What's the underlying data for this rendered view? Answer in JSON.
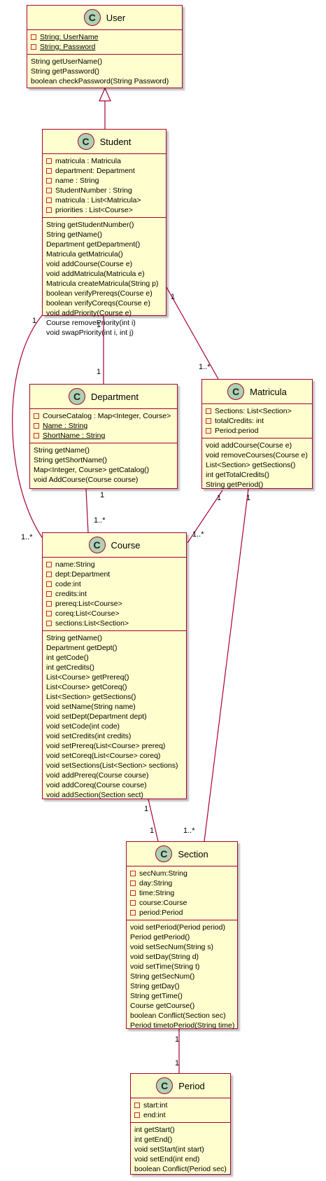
{
  "classes": {
    "user": {
      "name": "User",
      "badge": "C",
      "attributes": [
        {
          "text": "String: UserName",
          "static": true
        },
        {
          "text": "String: Password",
          "static": true
        }
      ],
      "methods": [
        "String getUserName()",
        "String getPassword()",
        "boolean checkPassword(String Password)"
      ]
    },
    "student": {
      "name": "Student",
      "badge": "C",
      "attributes": [
        {
          "text": "matricula : Matricula",
          "static": false
        },
        {
          "text": "department: Department",
          "static": false
        },
        {
          "text": "name : String",
          "static": false
        },
        {
          "text": "StudentNumber : String",
          "static": false
        },
        {
          "text": "matricula : List<Matricula>",
          "static": false
        },
        {
          "text": "priorities : List<Course>",
          "static": false
        }
      ],
      "methods": [
        "String getStudentNumber()",
        "String getName()",
        "Department getDepartment()",
        "Matricula getMatricula()",
        "void addCourse(Course e)",
        "void addMatricula(Matricula e)",
        "Matricula createMatricula(String p)",
        "boolean verifyPrereqs(Course e)",
        "boolean verifyCoreqs(Course e)",
        "void addPriority(Course e)",
        "Course removePriority(int i)",
        "void swapPriority(int i, int j)"
      ]
    },
    "department": {
      "name": "Department",
      "badge": "C",
      "attributes": [
        {
          "text": "CourseCatalog : Map<Integer, Course>",
          "static": false
        },
        {
          "text": "Name : String",
          "static": true
        },
        {
          "text": "ShortName : String",
          "static": true
        }
      ],
      "methods": [
        "String getName()",
        "String getShortName()",
        "Map<Integer, Course> getCatalog()",
        "void AddCourse(Course course)"
      ]
    },
    "matricula": {
      "name": "Matricula",
      "badge": "C",
      "attributes": [
        {
          "text": "Sections: List<Section>",
          "static": false
        },
        {
          "text": "totalCredits: int",
          "static": false
        },
        {
          "text": "Period:period",
          "static": false
        }
      ],
      "methods": [
        "void addCourse(Course e)",
        "void removeCourses(Course e)",
        "List<Section> getSections()",
        "int getTotalCredits()",
        "String getPeriod()"
      ]
    },
    "course": {
      "name": "Course",
      "badge": "C",
      "attributes": [
        {
          "text": "name:String",
          "static": false
        },
        {
          "text": "dept:Department",
          "static": false
        },
        {
          "text": "code:int",
          "static": false
        },
        {
          "text": "credits:int",
          "static": false
        },
        {
          "text": "prereq:List<Course>",
          "static": false
        },
        {
          "text": "coreq:List<Course>",
          "static": false
        },
        {
          "text": "sections:List<Section>",
          "static": false
        }
      ],
      "methods": [
        "String getName()",
        "Department getDept()",
        "int getCode()",
        "int getCredits()",
        "List<Course> getPrereq()",
        "List<Course> getCoreq()",
        "List<Section> getSections()",
        "void setName(String name)",
        "void setDept(Department dept)",
        "void setCode(int code)",
        "void setCredits(int credits)",
        "void setPrereq(List<Course> prereq)",
        "void setCoreq(List<Course> coreq)",
        "void setSections(List<Section> sections)",
        "void addPrereq(Course course)",
        "void addCoreq(Course course)",
        "void addSection(Section sect)"
      ]
    },
    "section": {
      "name": "Section",
      "badge": "C",
      "attributes": [
        {
          "text": "secNum:String",
          "static": false
        },
        {
          "text": "day:String",
          "static": false
        },
        {
          "text": "time:String",
          "static": false
        },
        {
          "text": "course:Course",
          "static": false
        },
        {
          "text": "period:Period",
          "static": false
        }
      ],
      "methods": [
        "void setPeriod(Period period)",
        "Period getPeriod()",
        "void setSecNum(String s)",
        "void setDay(String d)",
        "void setTime(String t)",
        "String getSecNum()",
        "String getDay()",
        "String getTime()",
        "Course getCourse()",
        "boolean Conflict(Section sec)",
        "Period timetoPeriod(String time)"
      ]
    },
    "period": {
      "name": "Period",
      "badge": "C",
      "attributes": [
        {
          "text": "start:int",
          "static": false
        },
        {
          "text": "end:int",
          "static": false
        }
      ],
      "methods": [
        "int getStart()",
        "int getEnd()",
        "void setStart(int start)",
        "void setEnd(int end)",
        "boolean Conflict(Period sec)"
      ]
    }
  },
  "relations": [
    {
      "from": "Student",
      "to": "User",
      "kind": "inheritance"
    },
    {
      "from": "Student",
      "to": "Department",
      "kind": "association",
      "from_mult": "1",
      "to_mult": "1"
    },
    {
      "from": "Student",
      "to": "Matricula",
      "kind": "association",
      "from_mult": "1",
      "to_mult": "1..*"
    },
    {
      "from": "Student",
      "to": "Course",
      "kind": "association",
      "from_mult": "1",
      "to_mult": "1..*"
    },
    {
      "from": "Department",
      "to": "Course",
      "kind": "association",
      "from_mult": "1",
      "to_mult": "1..*"
    },
    {
      "from": "Matricula",
      "to": "Course",
      "kind": "association",
      "from_mult": "1",
      "to_mult": "1..*"
    },
    {
      "from": "Matricula",
      "to": "Section",
      "kind": "association",
      "from_mult": "1",
      "to_mult": "1..*"
    },
    {
      "from": "Course",
      "to": "Section",
      "kind": "association",
      "from_mult": "1",
      "to_mult": "1"
    },
    {
      "from": "Section",
      "to": "Period",
      "kind": "association",
      "from_mult": "1",
      "to_mult": "1"
    }
  ],
  "colors": {
    "class_fill": "#FEFECE",
    "border": "#A80036",
    "badge": "#ADD1B2",
    "visibility": "#C82930"
  }
}
